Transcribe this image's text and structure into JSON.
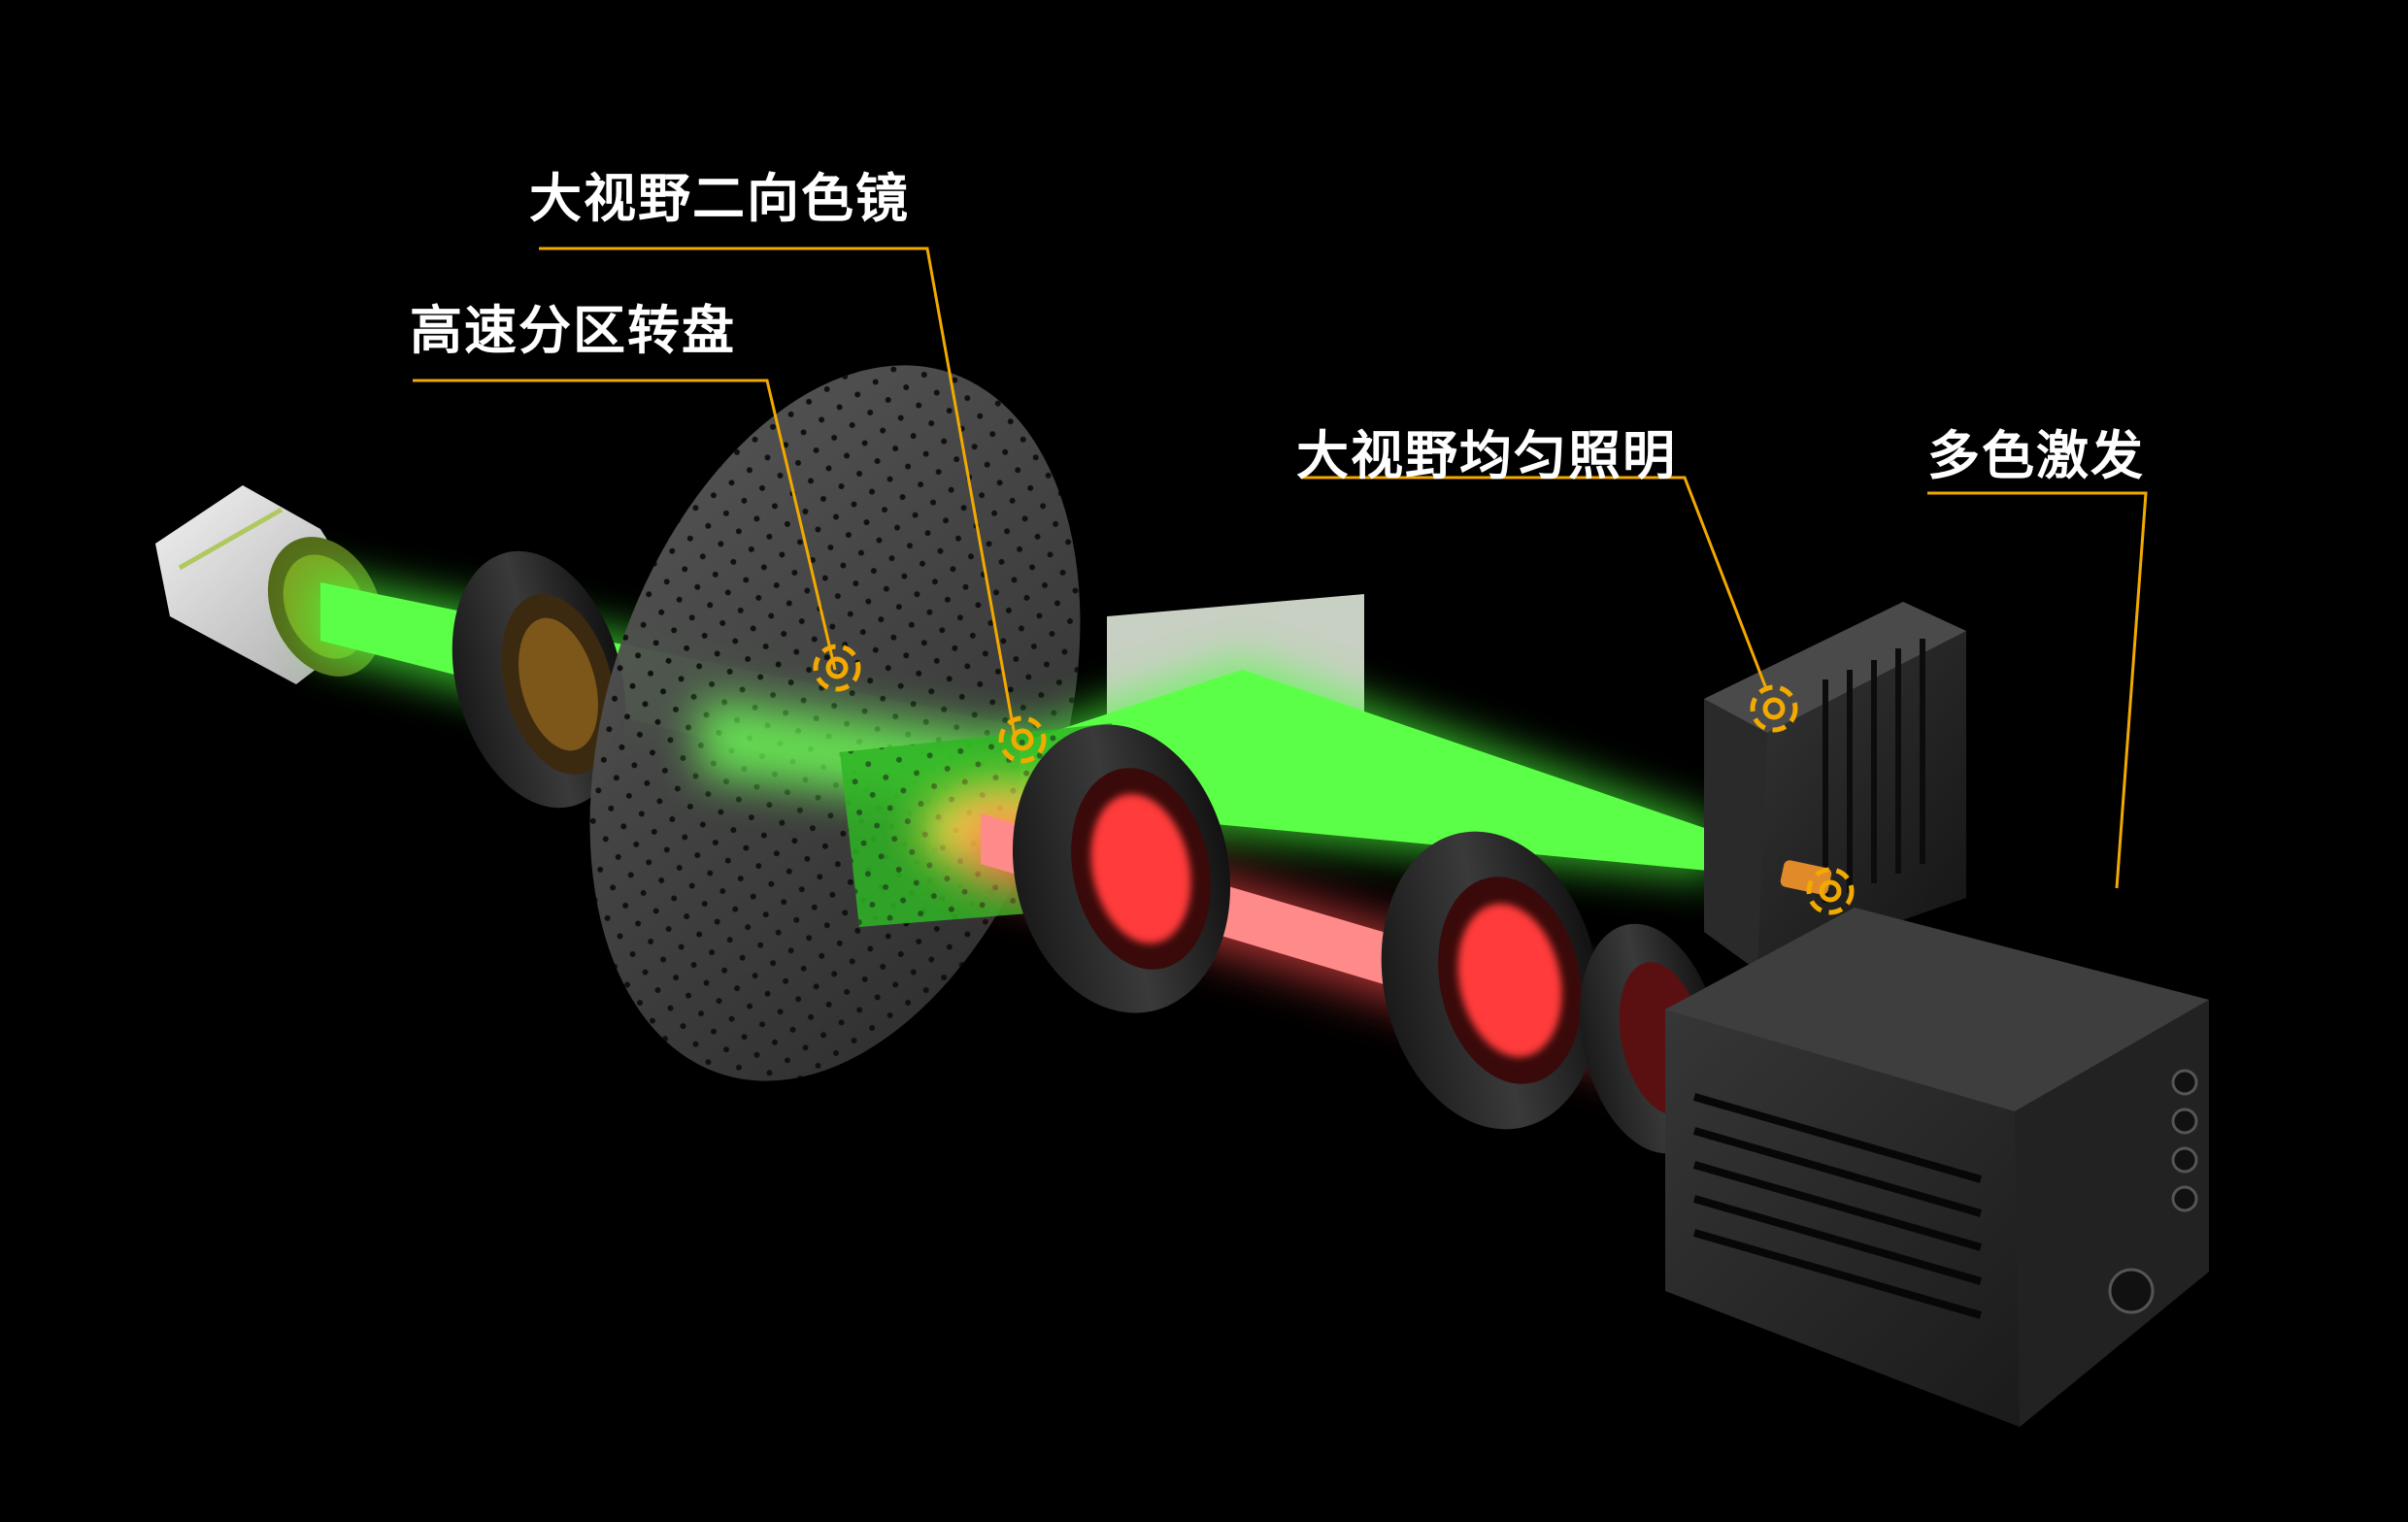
{
  "callouts": [
    {
      "id": "dichroic",
      "label": "大视野二向色镜"
    },
    {
      "id": "disk",
      "label": "高速分区转盘"
    },
    {
      "id": "illumination",
      "label": "大视野均匀照明"
    },
    {
      "id": "excitation",
      "label": "多色激发"
    }
  ],
  "colors": {
    "background": "#000000",
    "callout_line": "#f2a900",
    "excitation_beam": "#4cff3a",
    "emission_beam": "#ff4a4a",
    "label_text": "#ffffff"
  },
  "icons": {
    "marker": "dashed-target-ring-icon"
  }
}
